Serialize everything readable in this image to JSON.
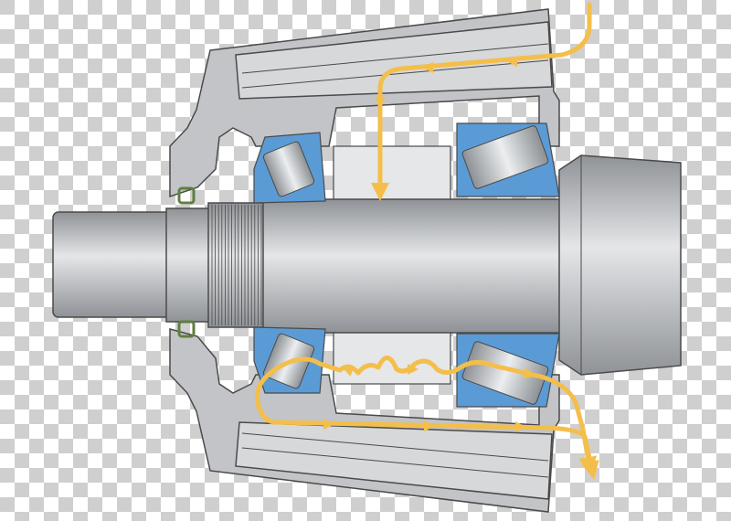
{
  "diagram": {
    "subject": "shaft-bearing-lubrication-cross-section",
    "labels": []
  },
  "colors": {
    "background": "#ffffff",
    "checker_light": "#ffffff",
    "checker_dark": "#cfcfcf",
    "housing_fill": "#c2c4c7",
    "housing_stroke": "#4a4a4a",
    "shaft_light": "#e4e6e8",
    "shaft_dark": "#8f9296",
    "bearing_blue": "#5b9bd5",
    "roller_light": "#eceef0",
    "roller_dark": "#8c9094",
    "spacer_fill": "#e6e7e9",
    "oil_flow": "#f4be4a",
    "seal_green": "#5f7f3f"
  },
  "icons": {
    "flow_arrow": "arrowhead",
    "seal": "lip-seal"
  }
}
